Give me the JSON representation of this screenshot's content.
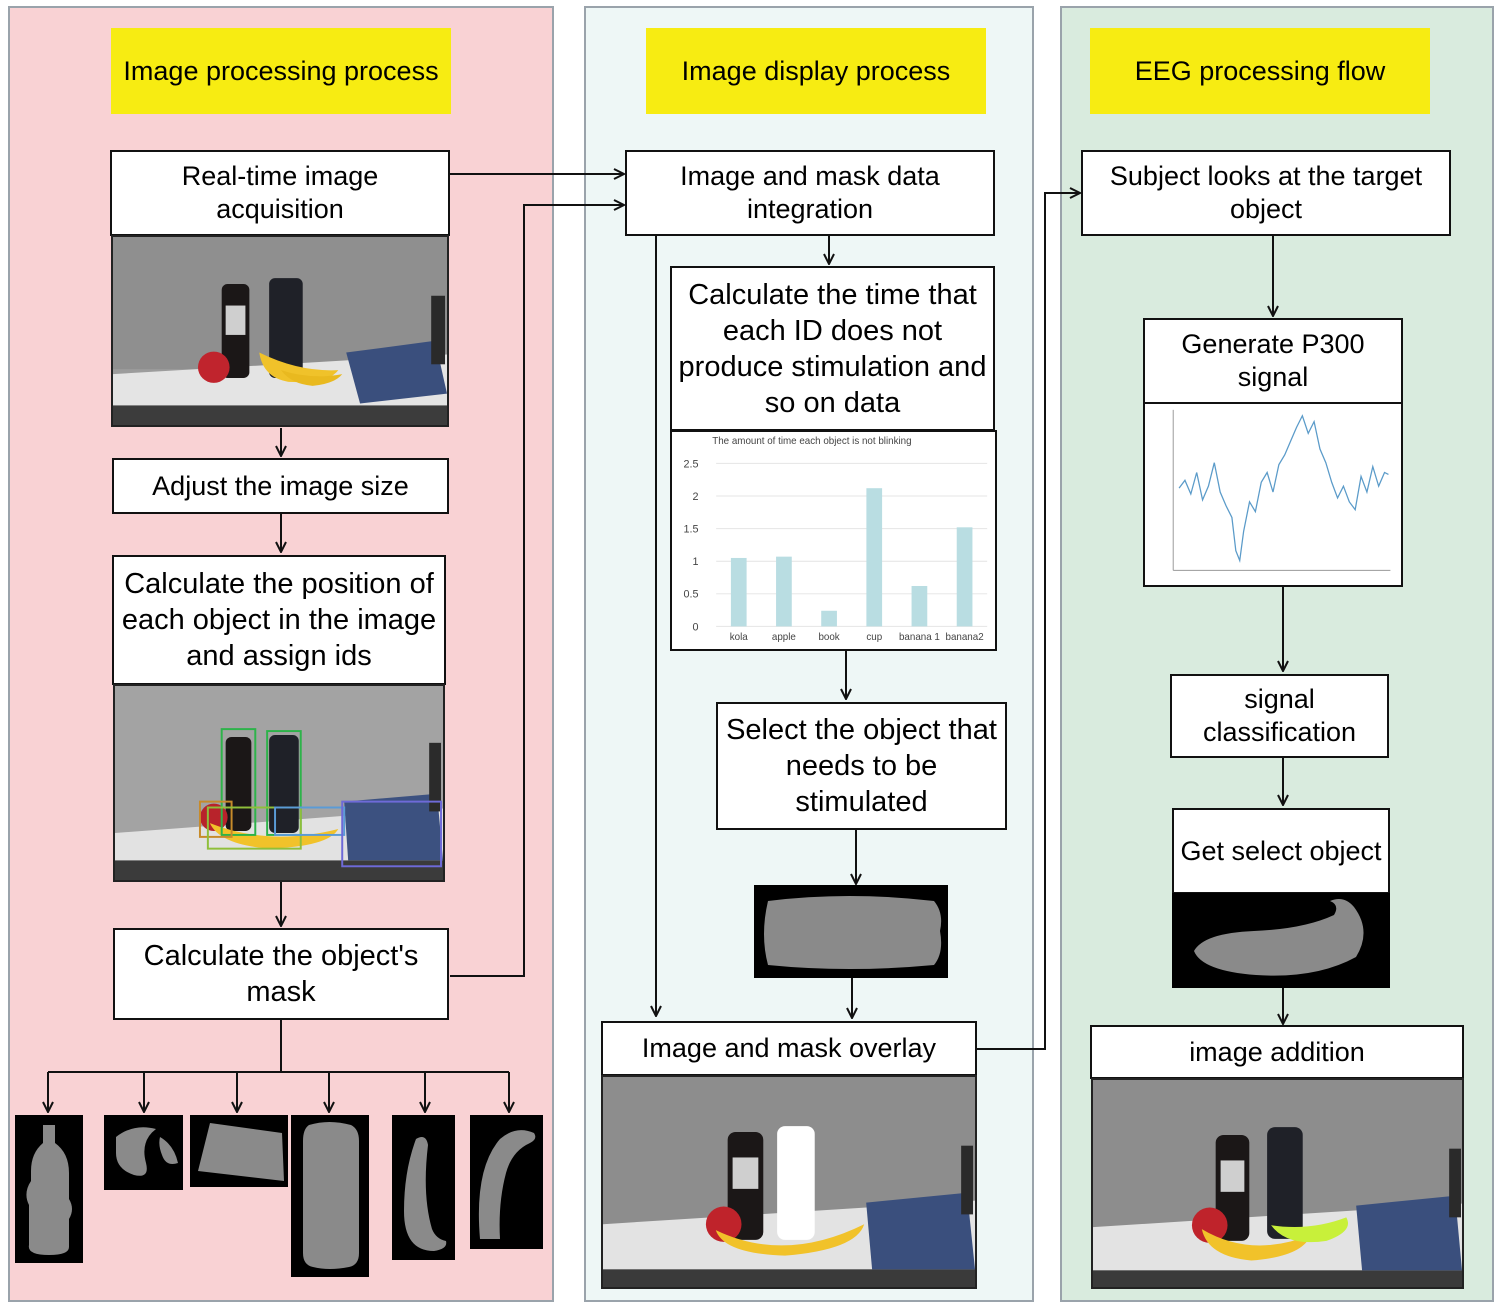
{
  "panels": {
    "left": {
      "header": "Image processing process",
      "color": "#f9d2d4"
    },
    "middle": {
      "header": "Image display process",
      "color": "#eef7f6"
    },
    "right": {
      "header": "EEG processing flow",
      "color": "#d9ebde"
    }
  },
  "left_steps": {
    "acquisition": "Real-time image acquisition",
    "resize": "Adjust the image size",
    "position": "Calculate the position of each object in the image and assign ids",
    "mask": "Calculate the object's mask"
  },
  "middle_steps": {
    "integration": "Image and mask data integration",
    "calc_time": "Calculate the time that each ID does not produce stimulation and so on data",
    "select": "Select the object that needs to be stimulated",
    "overlay": "Image and mask overlay"
  },
  "right_steps": {
    "looks": "Subject looks at the target object",
    "p300": "Generate P300 signal",
    "classification": "signal classification",
    "get_select": "Get select object",
    "addition": "image addition"
  },
  "chart_data": {
    "type": "bar",
    "title": "The amount of time each object is not blinking",
    "categories": [
      "kola",
      "apple",
      "book",
      "cup",
      "banana 1",
      "banana2"
    ],
    "values": [
      1.05,
      1.07,
      0.24,
      2.12,
      0.62,
      1.52
    ],
    "ylim": [
      0,
      2.5
    ],
    "yticks": [
      0,
      0.5,
      1,
      1.5,
      2,
      2.5
    ],
    "ytick_labels": [
      "0",
      "0.5",
      "1",
      "1.5",
      "2",
      "2.5"
    ],
    "grid": true,
    "bar_color": "#b9dde2"
  },
  "colors": {
    "box_border": "#111111",
    "header_bg": "#f7ec12",
    "mask_gray": "#8a8a8a"
  }
}
